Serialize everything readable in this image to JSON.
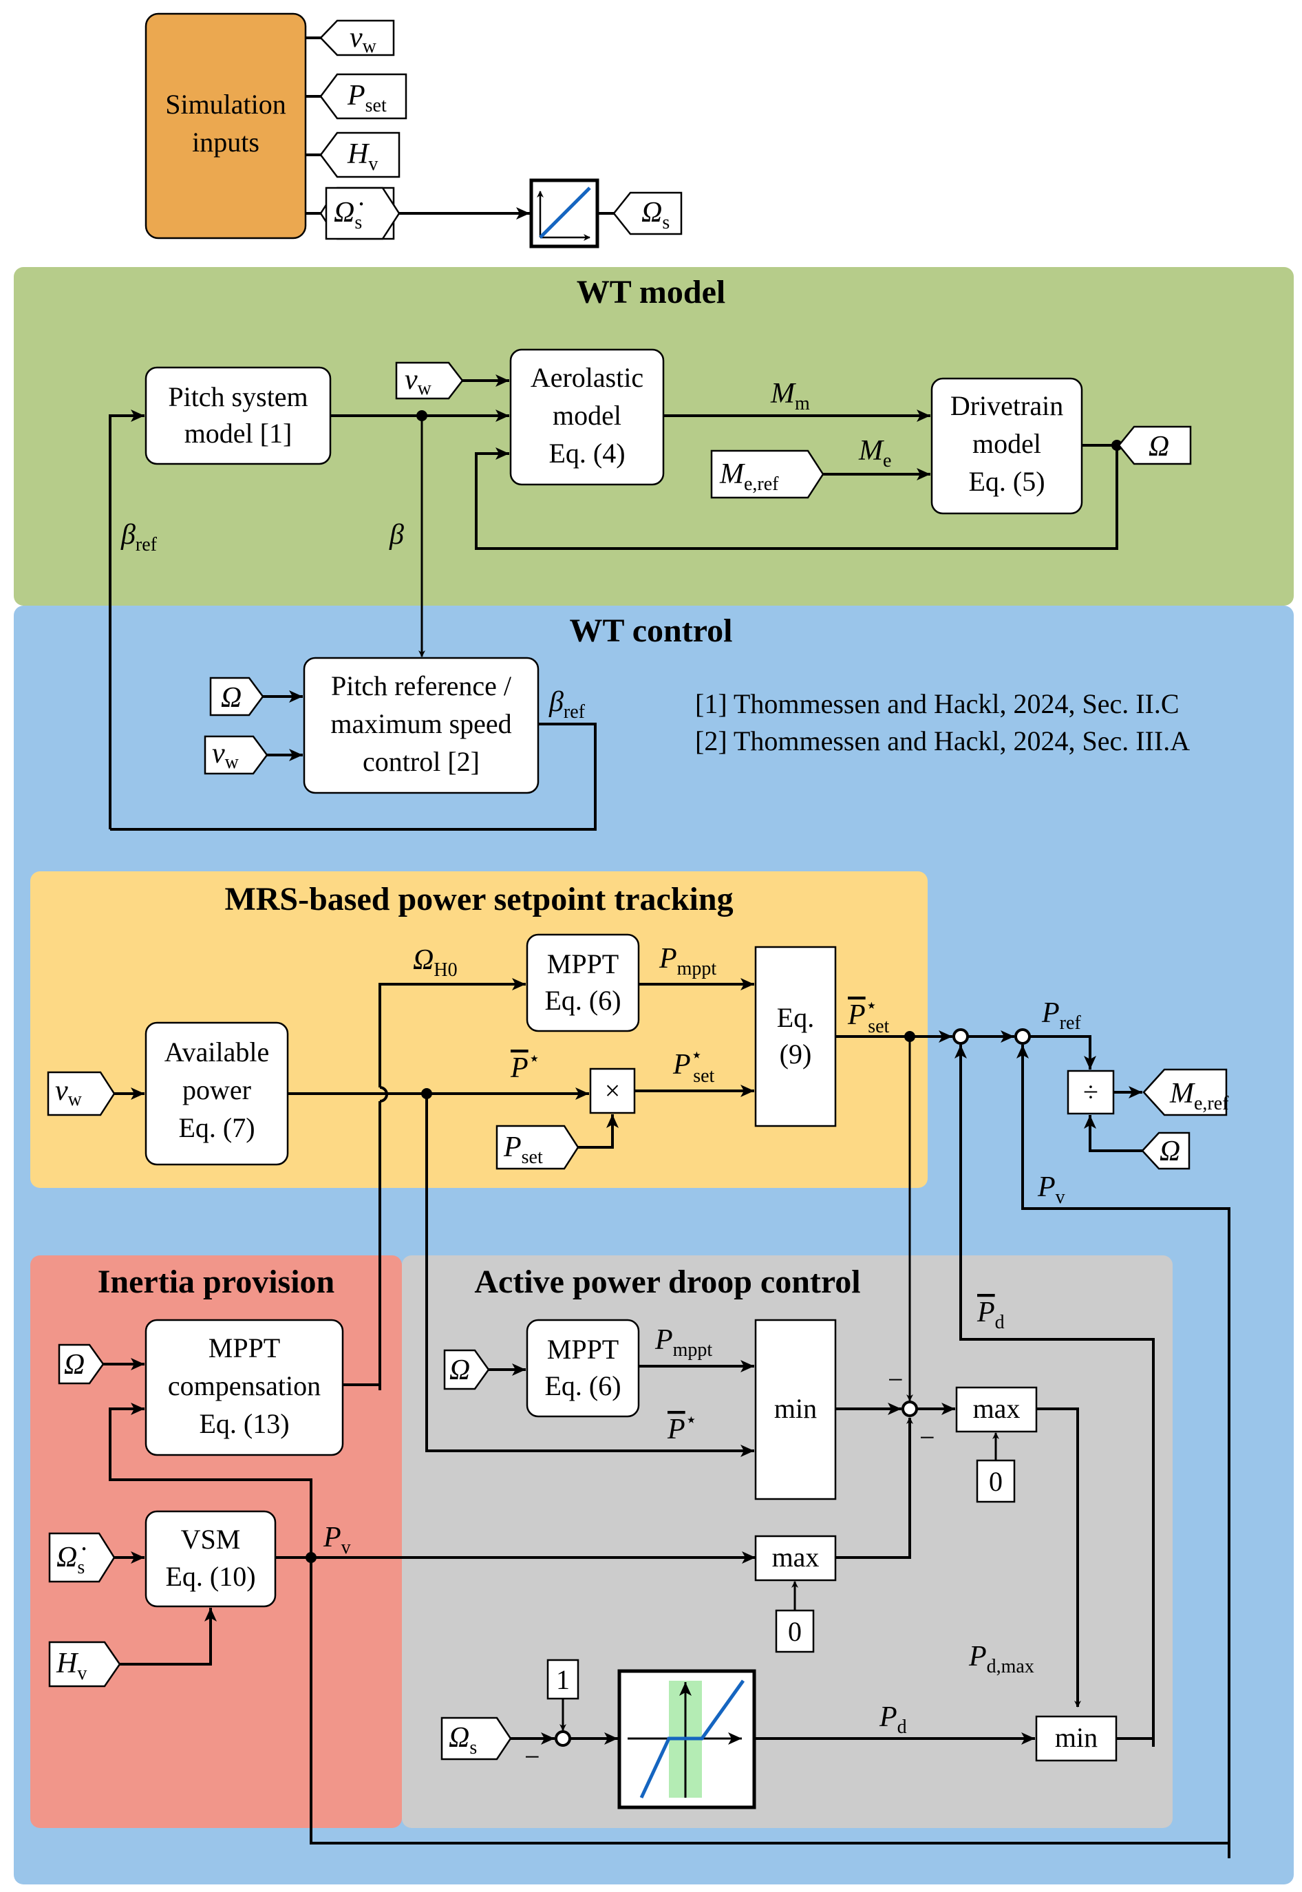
{
  "colors": {
    "simulation_inputs": "#eba850",
    "wt_model": "#b6cc8a",
    "wt_control": "#9ac5ea",
    "mrs": "#fdd985",
    "inertia": "#f1968a",
    "droop": "#cccccc",
    "deadband": "#b4ecb4",
    "curve": "#1565c0"
  },
  "simulation_inputs": {
    "label_line1": "Simulation",
    "label_line2": "inputs",
    "outputs": [
      {
        "sym": "v",
        "sub": "w"
      },
      {
        "sym": "P",
        "sub": "set"
      },
      {
        "sym": "H",
        "sub": "v"
      },
      {
        "sym": "Ω̇",
        "sub": "s"
      }
    ],
    "integrator": {
      "in_sym": "Ω̇",
      "in_sub": "s",
      "out_sym": "Ω",
      "out_sub": "s"
    }
  },
  "wt_model": {
    "title": "WT model",
    "pitch_system": [
      "Pitch system",
      "model [1]"
    ],
    "aerolastic": [
      "Aerolastic",
      "model",
      "Eq. (4)"
    ],
    "drivetrain": [
      "Drivetrain",
      "model",
      "Eq. (5)"
    ],
    "vw_tag": {
      "sym": "v",
      "sub": "w"
    },
    "me_ref_tag": {
      "sym": "M",
      "sub": "e,ref"
    },
    "omega_tag": {
      "sym": "Ω"
    },
    "signals": {
      "mm": {
        "sym": "M",
        "sub": "m"
      },
      "me": {
        "sym": "M",
        "sub": "e"
      },
      "beta_ref": {
        "sym": "β",
        "sub": "ref"
      },
      "beta": {
        "sym": "β"
      }
    }
  },
  "wt_control": {
    "title": "WT control",
    "pitch_ref": [
      "Pitch reference /",
      "maximum speed",
      "control [2]"
    ],
    "omega_tag": {
      "sym": "Ω"
    },
    "vw_tag": {
      "sym": "v",
      "sub": "w"
    },
    "beta_ref": {
      "sym": "β",
      "sub": "ref"
    },
    "references": [
      "[1] Thommessen and Hackl, 2024, Sec. II.C",
      "[2] Thommessen and Hackl, 2024, Sec. III.A"
    ],
    "p_ref": {
      "sym": "P",
      "sub": "ref"
    },
    "p_v": {
      "sym": "P",
      "sub": "v"
    },
    "div_symbol": "÷",
    "me_ref_tag": {
      "sym": "M",
      "sub": "e,ref"
    },
    "omega_tag2": {
      "sym": "Ω"
    },
    "pd_bar": {
      "sym": "P",
      "sub": "d"
    }
  },
  "mrs": {
    "title": "MRS-based power setpoint tracking",
    "available_power": [
      "Available",
      "power",
      "Eq. (7)"
    ],
    "mppt": [
      "MPPT",
      "Eq. (6)"
    ],
    "eq9": [
      "Eq.",
      "(9)"
    ],
    "mult_symbol": "×",
    "vw_tag": {
      "sym": "v",
      "sub": "w"
    },
    "pset_tag": {
      "sym": "P",
      "sub": "set"
    },
    "omega_h0": {
      "sym": "Ω",
      "sub": "H0"
    },
    "p_mppt": {
      "sym": "P",
      "sub": "mppt"
    },
    "p_star_bar": {
      "sym": "P",
      "sup": "⋆"
    },
    "p_set_star": {
      "sym": "P",
      "sub": "set",
      "sup": "⋆"
    },
    "p_set_star_bar": {
      "sym": "P",
      "sub": "set",
      "sup": "⋆"
    }
  },
  "inertia": {
    "title": "Inertia provision",
    "mppt_comp": [
      "MPPT",
      "compensation",
      "Eq. (13)"
    ],
    "vsm": [
      "VSM",
      "Eq. (10)"
    ],
    "omega_tag": {
      "sym": "Ω"
    },
    "omega_dot_tag": {
      "sym": "Ω̇",
      "sub": "s"
    },
    "hv_tag": {
      "sym": "H",
      "sub": "v"
    },
    "p_v": {
      "sym": "P",
      "sub": "v"
    }
  },
  "droop": {
    "title": "Active power droop control",
    "mppt": [
      "MPPT",
      "Eq. (6)"
    ],
    "min1": "min",
    "max1": "max",
    "max2": "max",
    "min2": "min",
    "zero1": "0",
    "zero2": "0",
    "one": "1",
    "minus": "−",
    "omega_tag": {
      "sym": "Ω"
    },
    "omega_s_tag": {
      "sym": "Ω",
      "sub": "s"
    },
    "p_mppt": {
      "sym": "P",
      "sub": "mppt"
    },
    "p_star_bar": {
      "sym": "P",
      "sup": "⋆"
    },
    "p_d": {
      "sym": "P",
      "sub": "d"
    },
    "p_d_max": {
      "sym": "P",
      "sub": "d,max"
    }
  }
}
